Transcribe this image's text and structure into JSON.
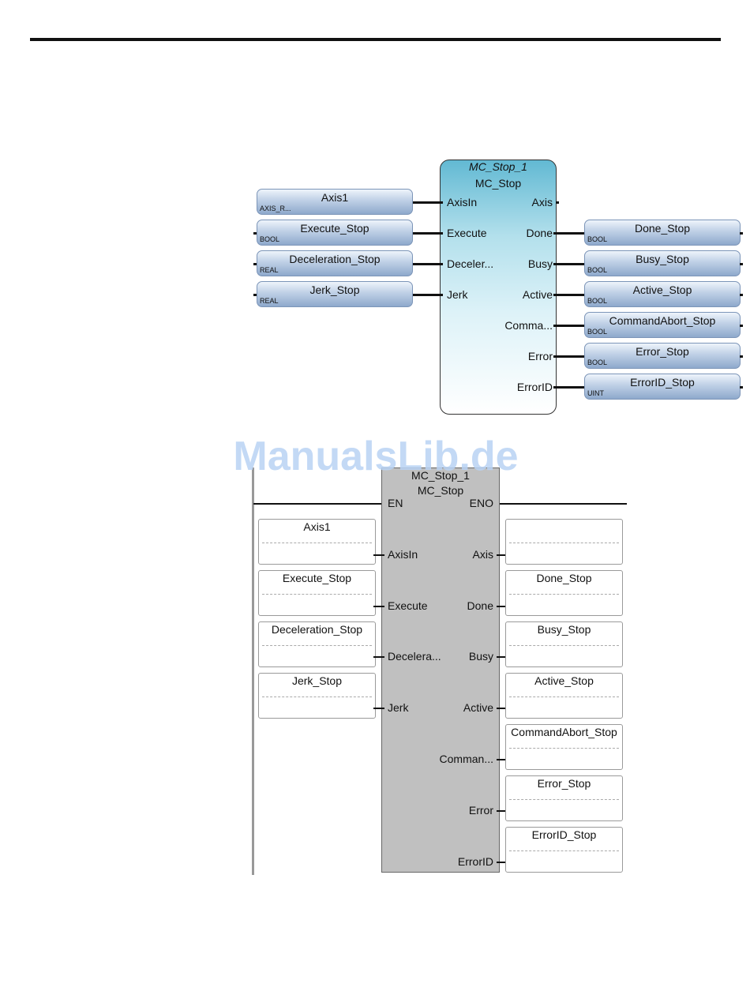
{
  "fbd": {
    "instance": "MC_Stop_1",
    "type": "MC_Stop",
    "inputs": [
      {
        "pin": "AxisIn",
        "var": "Axis1",
        "vartype": "AXIS_R..."
      },
      {
        "pin": "Execute",
        "var": "Execute_Stop",
        "vartype": "BOOL"
      },
      {
        "pin": "Deceler...",
        "var": "Deceleration_Stop",
        "vartype": "REAL"
      },
      {
        "pin": "Jerk",
        "var": "Jerk_Stop",
        "vartype": "REAL"
      }
    ],
    "outputs": [
      {
        "pin": "Axis"
      },
      {
        "pin": "Done",
        "var": "Done_Stop",
        "vartype": "BOOL"
      },
      {
        "pin": "Busy",
        "var": "Busy_Stop",
        "vartype": "BOOL"
      },
      {
        "pin": "Active",
        "var": "Active_Stop",
        "vartype": "BOOL"
      },
      {
        "pin": "Comma...",
        "var": "CommandAbort_Stop",
        "vartype": "BOOL"
      },
      {
        "pin": "Error",
        "var": "Error_Stop",
        "vartype": "BOOL"
      },
      {
        "pin": "ErrorID",
        "var": "ErrorID_Stop",
        "vartype": "UINT"
      }
    ]
  },
  "watermark": "ManualsLib.de",
  "ladder": {
    "instance": "MC_Stop_1",
    "type": "MC_Stop",
    "en": "EN",
    "eno": "ENO",
    "inputs": [
      {
        "pin": "AxisIn",
        "var": "Axis1"
      },
      {
        "pin": "Execute",
        "var": "Execute_Stop"
      },
      {
        "pin": "Decelera...",
        "var": "Deceleration_Stop"
      },
      {
        "pin": "Jerk",
        "var": "Jerk_Stop"
      }
    ],
    "outputs": [
      {
        "pin": "Axis",
        "var": ""
      },
      {
        "pin": "Done",
        "var": "Done_Stop"
      },
      {
        "pin": "Busy",
        "var": "Busy_Stop"
      },
      {
        "pin": "Active",
        "var": "Active_Stop"
      },
      {
        "pin": "Comman...",
        "var": "CommandAbort_Stop"
      },
      {
        "pin": "Error",
        "var": "Error_Stop"
      },
      {
        "pin": "ErrorID",
        "var": "ErrorID_Stop"
      }
    ]
  },
  "colors": {
    "fbd_block_top": "#62b9d3",
    "var_box": "#8ea9cc",
    "ladder_block": "#c0c0c0",
    "watermark": "#b9d3f4"
  }
}
